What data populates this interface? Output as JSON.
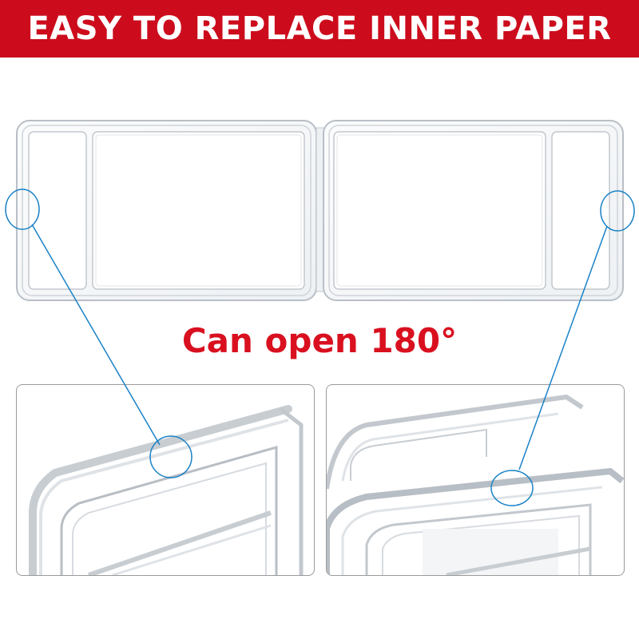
{
  "banner": {
    "title": "EASY TO REPLACE INNER PAPER",
    "background_color": "#cc0c1c",
    "text_color": "#ffffff"
  },
  "caption": {
    "text": "Can open 180°",
    "color": "#d9101f"
  },
  "colors": {
    "callout_line": "#1a82c7",
    "case_edge": "#b9bfc6",
    "case_fill": "#f4f6f8",
    "inset_border": "#9a9a9a"
  },
  "icons": {
    "callout_circle": "magnifier-circle",
    "callout_leader": "leader-line"
  }
}
